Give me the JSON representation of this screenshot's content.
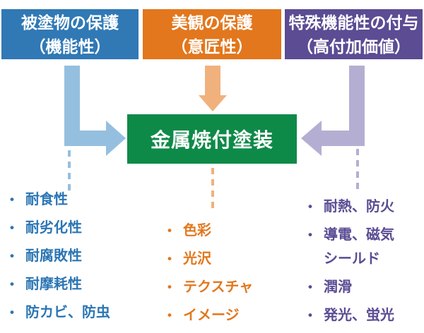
{
  "diagram": {
    "bullet": "•",
    "center": {
      "label": "金属焼付塗装",
      "color": "#0E8A48"
    },
    "sources": [
      {
        "title_line1": "被塗物の保護",
        "title_line2": "（機能性）",
        "box_color": "#3079B5",
        "arrow_color": "#95BFDF",
        "text_color": "#2B76B4",
        "items": [
          "耐食性",
          "耐劣化性",
          "耐腐敗性",
          "耐摩耗性",
          "防カビ、防虫"
        ]
      },
      {
        "title_line1": "美観の保護",
        "title_line2": "（意匠性）",
        "box_color": "#E2771D",
        "arrow_color": "#F0B17C",
        "text_color": "#E2771D",
        "items": [
          "色彩",
          "光沢",
          "テクスチャ",
          "イメージ"
        ]
      },
      {
        "title_line1": "特殊機能性の付与",
        "title_line2": "（高付加価値）",
        "box_color": "#5B4C93",
        "arrow_color": "#B5AED3",
        "text_color": "#5B4C93",
        "items": [
          "耐熱、防火",
          "導電、磁気\nシールド",
          "潤滑",
          "発光、蛍光"
        ]
      }
    ]
  }
}
